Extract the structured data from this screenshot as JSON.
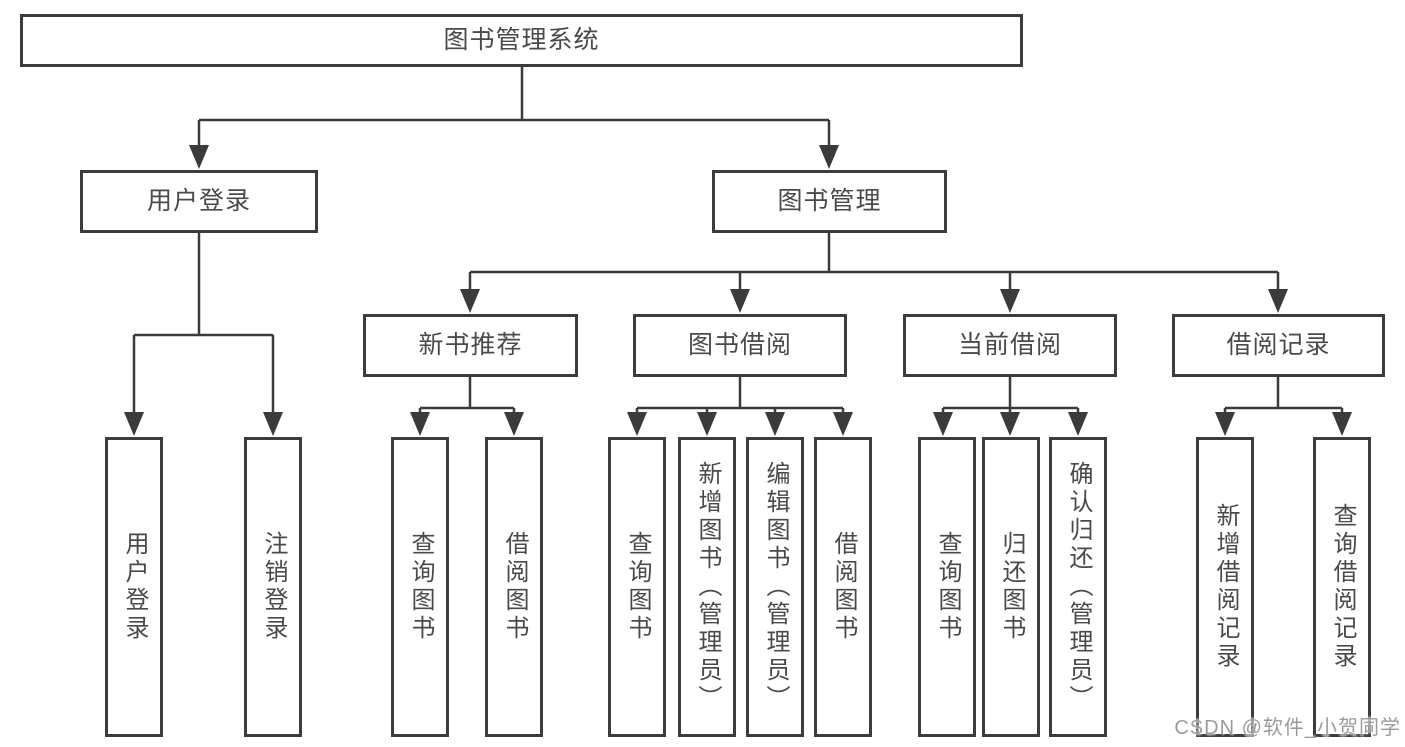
{
  "diagram": {
    "root": {
      "label": "图书管理系统"
    },
    "branches": [
      {
        "label": "用户登录",
        "children": [
          {
            "label": "用户登录"
          },
          {
            "label": "注销登录"
          }
        ]
      },
      {
        "label": "图书管理",
        "children": [
          {
            "label": "新书推荐",
            "children": [
              {
                "label": "查询图书"
              },
              {
                "label": "借阅图书"
              }
            ]
          },
          {
            "label": "图书借阅",
            "children": [
              {
                "label": "查询图书"
              },
              {
                "label": "新增图书（管理员）"
              },
              {
                "label": "编辑图书（管理员）"
              },
              {
                "label": "借阅图书"
              }
            ]
          },
          {
            "label": "当前借阅",
            "children": [
              {
                "label": "查询图书"
              },
              {
                "label": "归还图书"
              },
              {
                "label": "确认归还（管理员）"
              }
            ]
          },
          {
            "label": "借阅记录",
            "children": [
              {
                "label": "新增借阅记录"
              },
              {
                "label": "查询借阅记录"
              }
            ]
          }
        ]
      }
    ]
  },
  "watermark": {
    "text": "CSDN @软件_小贺同学"
  },
  "colors": {
    "line": "#3b3b3b",
    "box_border": "#3c3c3c",
    "text": "#4a4a4a",
    "watermark_text": "#9b9b9b",
    "background": "#ffffff"
  }
}
